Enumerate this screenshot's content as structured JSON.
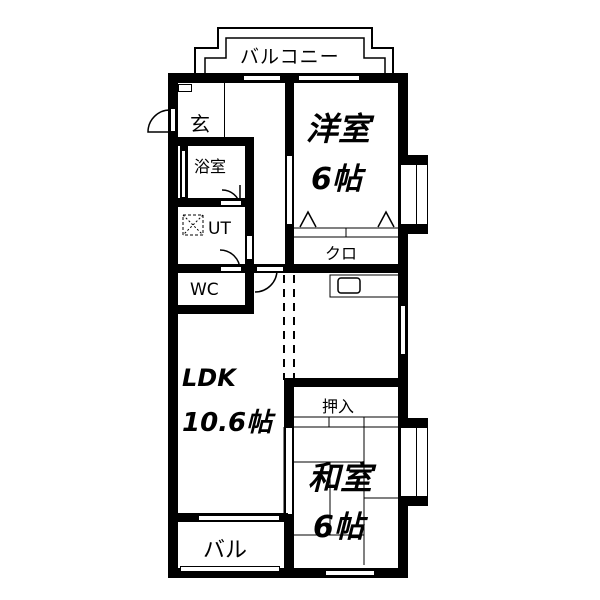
{
  "floor_plan": {
    "rooms": {
      "balcony_top": "バルコニー",
      "entrance": "玄",
      "bathroom": "浴室",
      "utility": "UT",
      "toilet": "WC",
      "western_room_name": "洋室",
      "western_room_size": "6帖",
      "closet": "クロ",
      "ldk_name": "LDK",
      "ldk_size": "10.6帖",
      "oshiire": "押入",
      "japanese_room_name": "和室",
      "japanese_room_size": "6帖",
      "balcony_bottom": "バル"
    }
  }
}
